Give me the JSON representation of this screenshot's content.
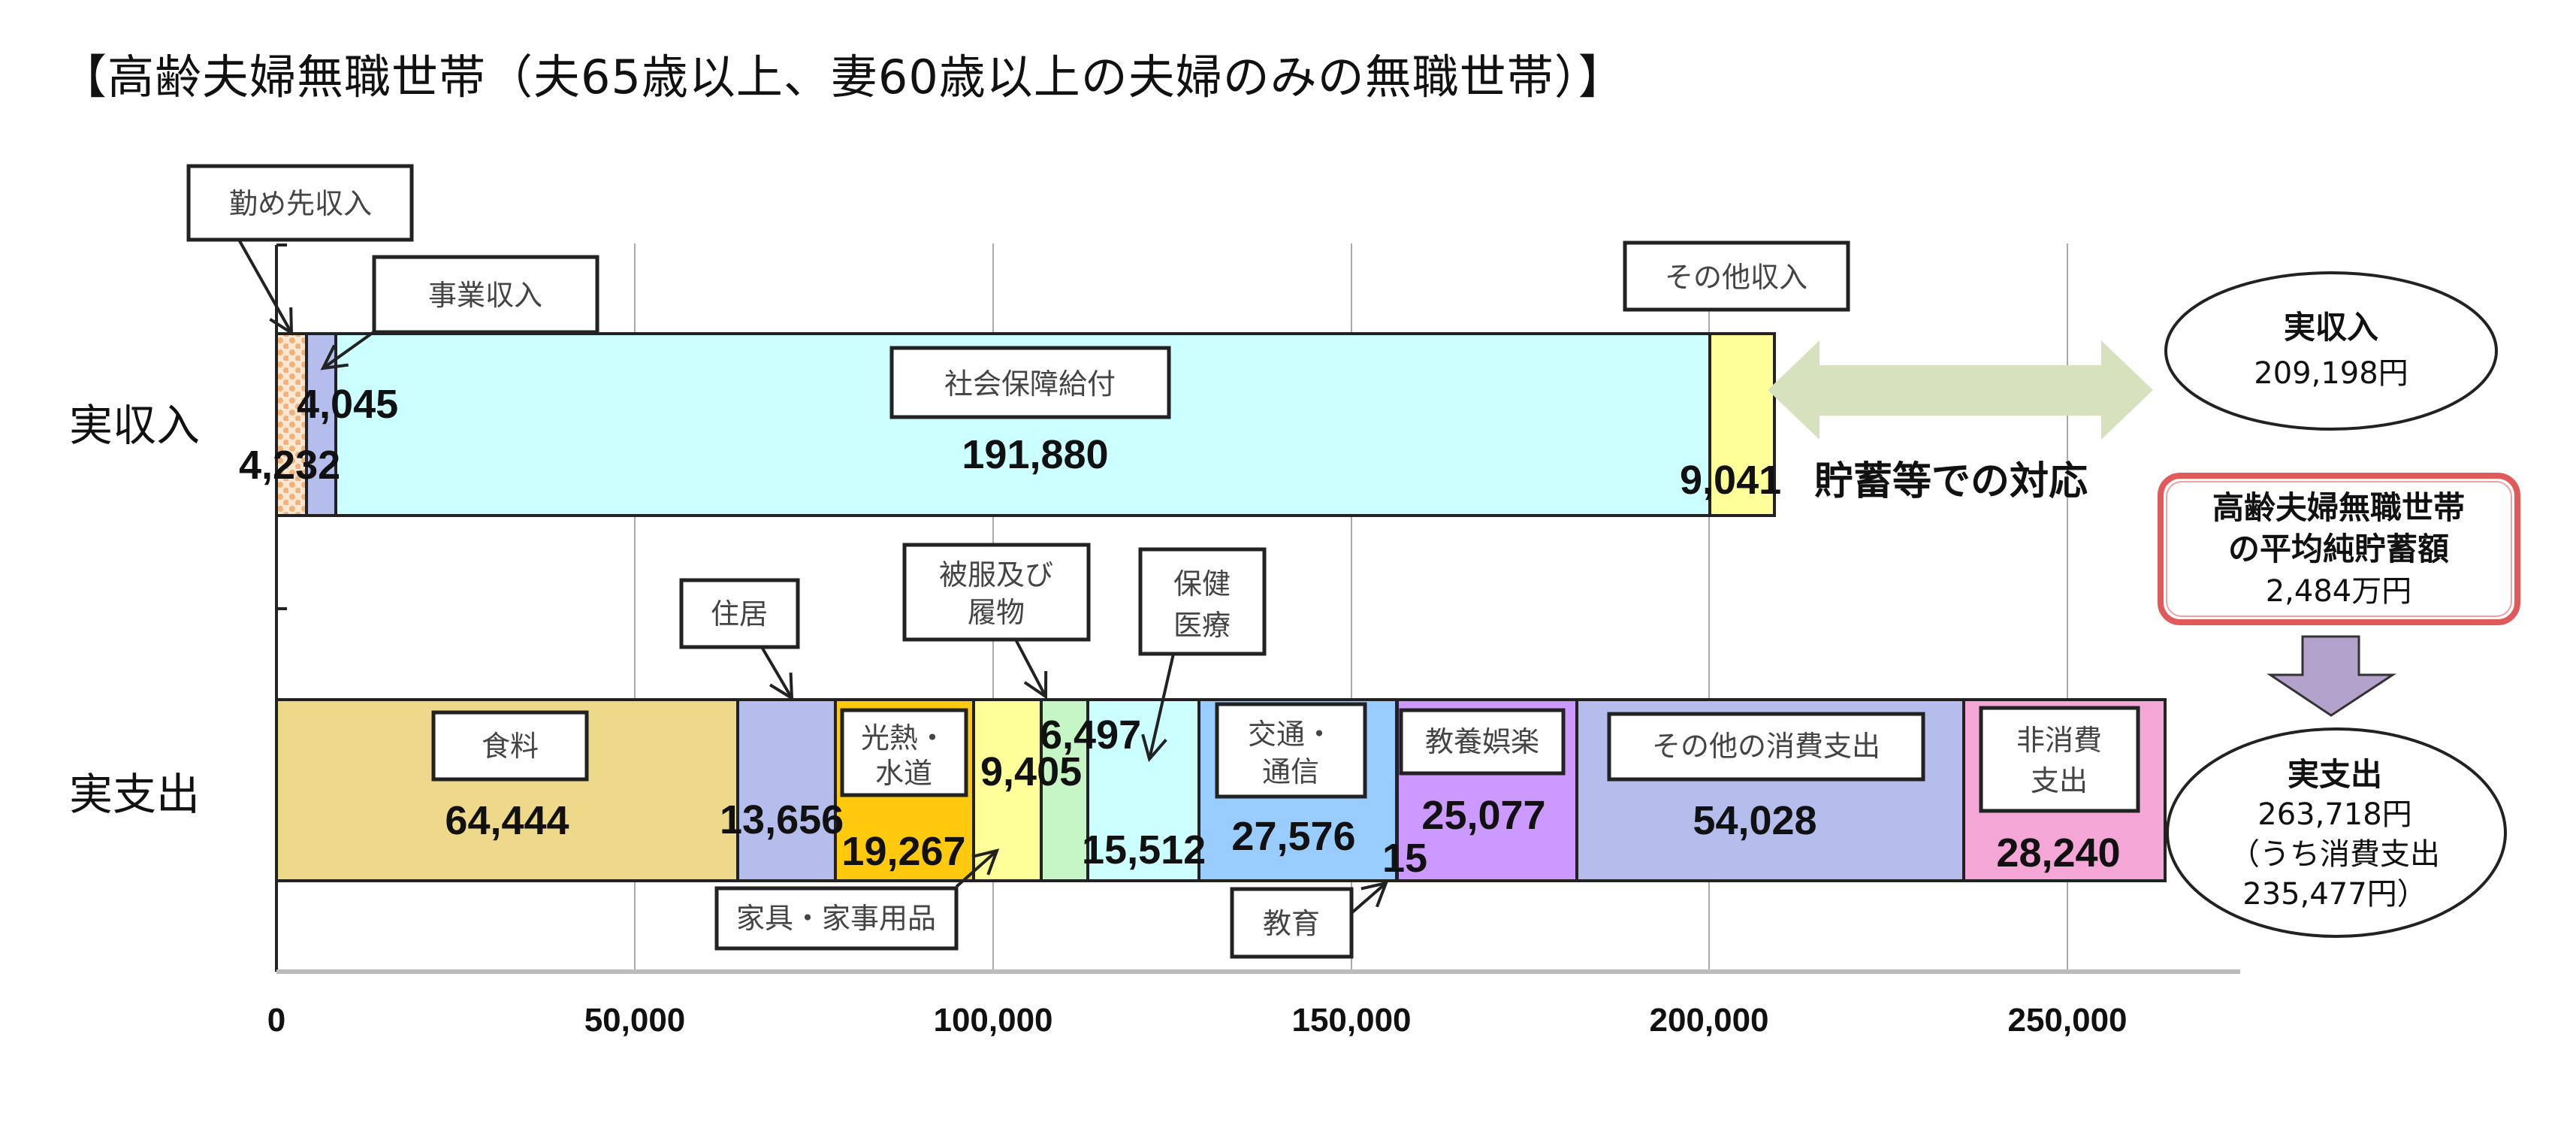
{
  "title": "【高齢夫婦無職世帯（夫65歳以上、妻60歳以上の夫婦のみの無職世帯）】",
  "chart_data": {
    "type": "bar",
    "orientation": "horizontal",
    "stacked": true,
    "title": "【高齢夫婦無職世帯（夫65歳以上、妻60歳以上の夫婦のみの無職世帯）】",
    "xlabel": "",
    "ylabel": "",
    "xlim": [
      0,
      275000
    ],
    "x_ticks": [
      0,
      50000,
      100000,
      150000,
      200000,
      250000
    ],
    "x_tick_labels": [
      "0",
      "50,000",
      "100,000",
      "150,000",
      "200,000",
      "250,000"
    ],
    "grid": true,
    "categories": [
      "実収入",
      "実支出"
    ],
    "series": [
      {
        "category": "実収入",
        "segments": [
          {
            "name": "勤め先収入",
            "value": 4232,
            "label": "4,232",
            "color": "#F8D0A8",
            "pattern": "dots"
          },
          {
            "name": "事業収入",
            "value": 4045,
            "label": "4,045",
            "color": "#B4BDEB"
          },
          {
            "name": "社会保障給付",
            "value": 191880,
            "label": "191,880",
            "color": "#CCFFFF"
          },
          {
            "name": "その他収入",
            "value": 9041,
            "label": "9,041",
            "color": "#FFFF99"
          }
        ],
        "total": 209198
      },
      {
        "category": "実支出",
        "segments": [
          {
            "name": "食料",
            "value": 64444,
            "label": "64,444",
            "color": "#EED98A"
          },
          {
            "name": "住居",
            "value": 13656,
            "label": "13,656",
            "color": "#B4BDEB"
          },
          {
            "name": "光熱・水道",
            "value": 19267,
            "label": "19,267",
            "color": "#FFC90E"
          },
          {
            "name": "家具・家事用品",
            "value": 9405,
            "label": "9,405",
            "color": "#FFFF99"
          },
          {
            "name": "被服及び履物",
            "value": 6497,
            "label": "6,497",
            "color": "#C6F5C6"
          },
          {
            "name": "保健医療",
            "value": 15512,
            "label": "15,512",
            "color": "#CCFFFF"
          },
          {
            "name": "交通・通信",
            "value": 27576,
            "label": "27,576",
            "color": "#99CCFF"
          },
          {
            "name": "教育",
            "value": 15,
            "label": "15",
            "color": "#99CCFF"
          },
          {
            "name": "教養娯楽",
            "value": 25077,
            "label": "25,077",
            "color": "#CC99FF"
          },
          {
            "name": "その他の消費支出",
            "value": 54028,
            "label": "54,028",
            "color": "#B4BDEB"
          },
          {
            "name": "非消費支出",
            "value": 28240,
            "label": "28,240",
            "color": "#F4A6D6"
          }
        ],
        "total": 263718
      }
    ],
    "annotations": [
      {
        "text": "貯蓄等での対応",
        "type": "double-arrow"
      },
      {
        "text": "実収入 209,198円",
        "type": "ellipse"
      },
      {
        "text": "高齢夫婦無職世帯の平均純貯蓄額 2,484万円",
        "type": "rounded-box"
      },
      {
        "text": "実支出 263,718円（うち消費支出 235,477円）",
        "type": "ellipse"
      }
    ]
  },
  "axis": {
    "ticks": [
      "0",
      "50,000",
      "100,000",
      "150,000",
      "200,000",
      "250,000"
    ],
    "categories": [
      "実収入",
      "実支出"
    ]
  },
  "income": {
    "labels": {
      "wage": "勤め先収入",
      "business": "事業収入",
      "social_security": "社会保障給付",
      "other": "その他収入"
    },
    "values": {
      "wage": "4,232",
      "business": "4,045",
      "social_security": "191,880",
      "other": "9,041"
    }
  },
  "expense": {
    "labels": {
      "food": "食料",
      "housing": "住居",
      "utilities_1": "光熱・",
      "utilities_2": "水道",
      "furniture": "家具・家事用品",
      "clothing_1": "被服及び",
      "clothing_2": "履物",
      "health_1": "保健",
      "health_2": "医療",
      "transport_1": "交通・",
      "transport_2": "通信",
      "education": "教育",
      "culture": "教養娯楽",
      "other": "その他の消費支出",
      "nonconsumption_1": "非消費",
      "nonconsumption_2": "支出"
    },
    "values": {
      "food": "64,444",
      "housing": "13,656",
      "utilities": "19,267",
      "furniture": "9,405",
      "clothing": "6,497",
      "health": "15,512",
      "transport": "27,576",
      "education": "15",
      "culture": "25,077",
      "other": "54,028",
      "nonconsumption": "28,240"
    }
  },
  "notes": {
    "savings_response": "貯蓄等での対応",
    "income_ellipse_title": "実収入",
    "income_ellipse_value": "209,198円",
    "savings_box_line1": "高齢夫婦無職世帯",
    "savings_box_line2": "の平均純貯蓄額",
    "savings_box_line3": "2,484万円",
    "expense_ellipse_title": "実支出",
    "expense_ellipse_value": "263,718円",
    "expense_ellipse_sub1": "（うち消費支出",
    "expense_ellipse_sub2": "235,477円）"
  },
  "colors": {
    "green_arrow": "#D6E2BE",
    "purple_arrow": "#B3A2CC",
    "red_border": "#E05A5A"
  }
}
